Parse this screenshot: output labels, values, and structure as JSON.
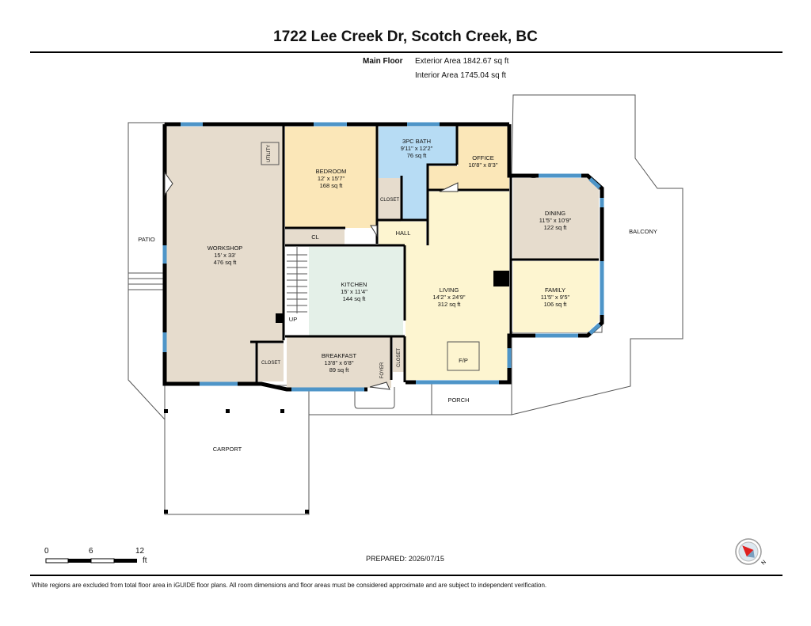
{
  "header": {
    "title": "1722 Lee Creek Dr, Scotch Creek, BC",
    "floor_label": "Main Floor",
    "exterior_area": "Exterior Area 1842.67 sq ft",
    "interior_area": "Interior Area 1745.04 sq ft"
  },
  "rooms": {
    "workshop": {
      "name": "WORKSHOP",
      "dims": "15' x 33'",
      "area": "476 sq ft"
    },
    "bedroom": {
      "name": "BEDROOM",
      "dims": "12' x 15'7\"",
      "area": "168 sq ft"
    },
    "bath": {
      "name": "3PC BATH",
      "dims": "9'11\" x 12'2\"",
      "area": "76 sq ft"
    },
    "office": {
      "name": "OFFICE",
      "dims": "10'8\" x 8'3\""
    },
    "dining": {
      "name": "DINING",
      "dims": "11'5\" x 10'9\"",
      "area": "122 sq ft"
    },
    "family": {
      "name": "FAMILY",
      "dims": "11'5\" x 9'5\"",
      "area": "106 sq ft"
    },
    "kitchen": {
      "name": "KITCHEN",
      "dims": "15' x 11'4\"",
      "area": "144 sq ft"
    },
    "living": {
      "name": "LIVING",
      "dims": "14'2\" x 24'9\"",
      "area": "312 sq ft"
    },
    "breakfast": {
      "name": "BREAKFAST",
      "dims": "13'8\" x 6'8\"",
      "area": "89 sq ft"
    }
  },
  "labels": {
    "utility": "UTILITY",
    "closet": "CLOSET",
    "cl": "CL",
    "hall": "HALL",
    "patio": "PATIO",
    "balcony": "BALCONY",
    "up": "UP",
    "fp": "F/P",
    "foyer": "FOYER",
    "porch": "PORCH",
    "carport": "CARPORT"
  },
  "scale": {
    "ticks": [
      "0",
      "6",
      "12"
    ],
    "unit": "ft"
  },
  "compass": {
    "letter": "N"
  },
  "prepared": "PREPARED: 2026/07/15",
  "footnote": "White regions are excluded from total floor area in iGUIDE floor plans. All room dimensions and floor areas must be considered approximate and are subject to independent verification.",
  "colors": {
    "workshop": "#e6dccd",
    "bedroom": "#fbe7b8",
    "bath": "#b7dcf4",
    "office": "#fbe7b8",
    "dining": "#e6dccd",
    "family": "#fdf5d0",
    "kitchen": "#e4f0e8",
    "living": "#fdf5d0",
    "breakfast": "#e6dccd",
    "closet": "#e6dccd",
    "wall": "#000000",
    "window": "#4e95c8",
    "compass_red": "#e02020"
  }
}
